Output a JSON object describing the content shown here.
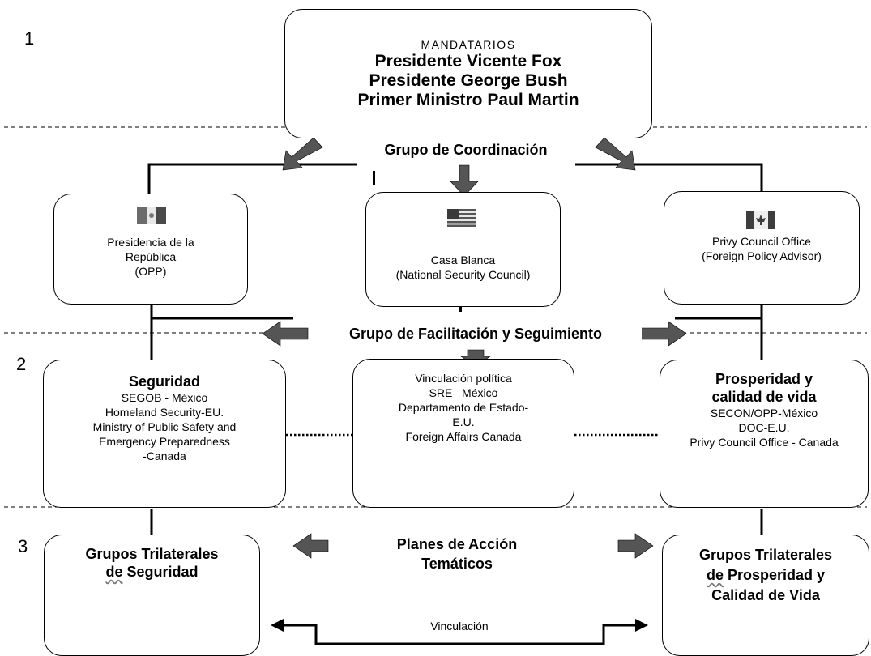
{
  "levels": [
    "1",
    "2",
    "3"
  ],
  "mandatarios": {
    "heading": "MANDATARIOS",
    "lines": [
      "Presidente Vicente Fox",
      "Presidente George Bush",
      "Primer Ministro Paul Martin"
    ]
  },
  "coordination_group": "Grupo de Coordinación",
  "facilitation_group": "Grupo de Facilitación y Seguimiento",
  "offices": {
    "mexico": {
      "flag_icon": "mexico-flag-icon",
      "lines": [
        "Presidencia de la",
        "República",
        "(OPP)"
      ]
    },
    "usa": {
      "flag_icon": "usa-flag-icon",
      "lines": [
        "Casa Blanca",
        "(National Security Council)"
      ]
    },
    "canada": {
      "flag_icon": "canada-flag-icon",
      "lines": [
        "Privy Council Office",
        "(Foreign Policy Advisor)"
      ]
    }
  },
  "pillars": {
    "security": {
      "title": "Seguridad",
      "lines": [
        "SEGOB - México",
        "Homeland Security-EU.",
        "Ministry of Public Safety and",
        "Emergency Preparedness",
        "-Canada"
      ]
    },
    "political": {
      "lines": [
        "Vinculación política",
        "SRE –México",
        "Departamento de Estado-",
        "E.U.",
        "Foreign Affairs Canada"
      ]
    },
    "prosperity": {
      "title_lines": [
        "Prosperidad y",
        "calidad de vida"
      ],
      "lines": [
        "SECON/OPP-México",
        "DOC-E.U.",
        "Privy Council Office - Canada"
      ]
    },
    "security_prefix": "",
    "prosperity_prefix": ""
  },
  "action_plans": [
    "Planes de Acción",
    "Temáticos"
  ],
  "groups": {
    "security": [
      "Grupos Trilaterales",
      "de",
      "Seguridad"
    ],
    "prosperity": [
      "Grupos Trilaterales",
      "de",
      "Prosperidad y",
      "Calidad de Vida"
    ]
  },
  "linkage": "Vinculación",
  "colors": {
    "arrow": "#555555",
    "line": "#000000"
  }
}
